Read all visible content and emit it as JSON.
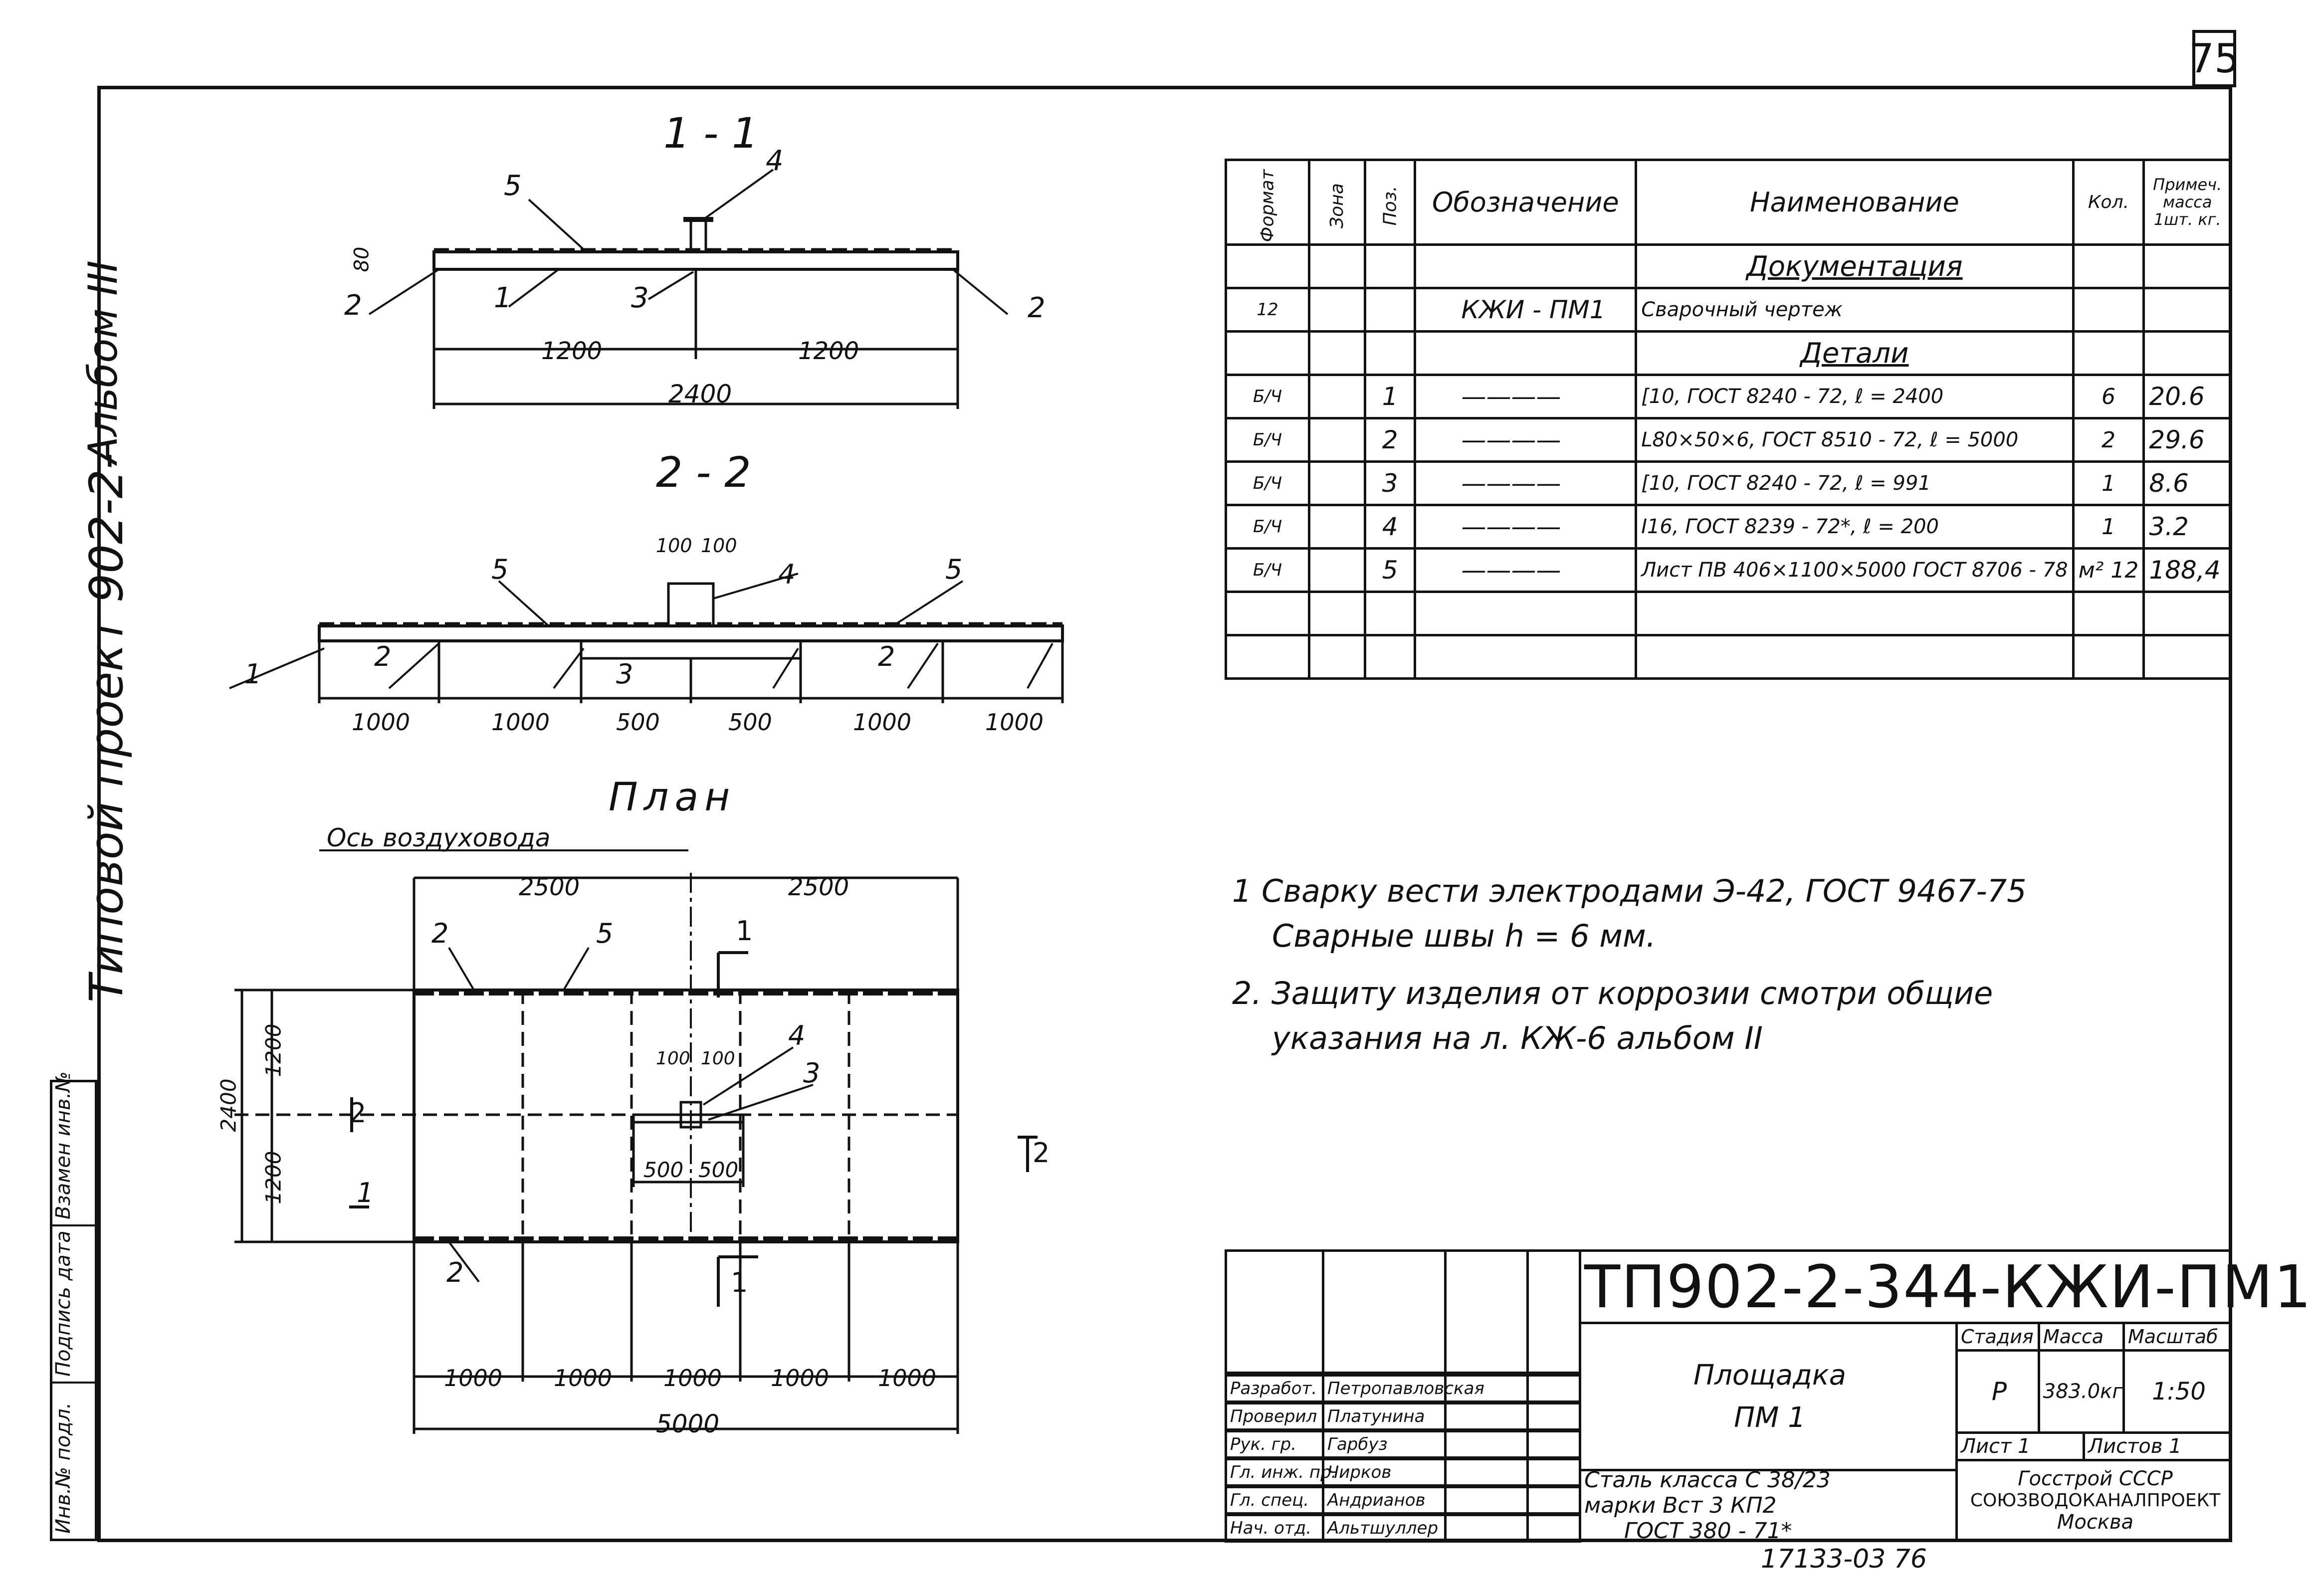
{
  "page_number": "75",
  "side_title": "Типовой проект 902-2-",
  "side_album": "Альбом III",
  "stamp_strip": [
    "Инв.№ подл.",
    "Подпись дата",
    "Взамен инв.№"
  ],
  "sections": {
    "s1": {
      "title": "1 - 1",
      "dims": [
        "80",
        "1200",
        "1200",
        "2400"
      ],
      "callouts": [
        "5",
        "4",
        "2",
        "1",
        "3",
        "2"
      ]
    },
    "s2": {
      "title": "2 - 2",
      "dims_top": [
        "100",
        "100"
      ],
      "dims": [
        "1000",
        "1000",
        "500",
        "500",
        "1000",
        "1000"
      ],
      "callouts": [
        "4",
        "5",
        "5",
        "1",
        "2",
        "3",
        "2"
      ]
    },
    "plan": {
      "title": "План",
      "axis_label": "Ось воздуховода",
      "dims_top": [
        "2500",
        "2500"
      ],
      "dims_inner": [
        "100",
        "100",
        "500",
        "500"
      ],
      "dims_left": [
        "2400",
        "1200",
        "1200"
      ],
      "dims_bottom": [
        "1000",
        "1000",
        "1000",
        "1000",
        "1000"
      ],
      "dim_total": "5000",
      "callouts": [
        "2",
        "5",
        "4",
        "3",
        "2"
      ],
      "section_marks": [
        "1",
        "1",
        "2",
        "1",
        "2"
      ]
    }
  },
  "spec": {
    "headers": [
      "Формат",
      "Зона",
      "Поз.",
      "Обозначение",
      "Наименование",
      "Кол.",
      "Примеч. масса 1шт. кг."
    ],
    "rows": [
      {
        "fmt": "",
        "zone": "",
        "pos": "",
        "designation": "",
        "name": "Документация",
        "qty": "",
        "note": "",
        "heading": true
      },
      {
        "fmt": "12",
        "zone": "",
        "pos": "",
        "designation": "КЖИ - ПМ1",
        "name": "Сварочный чертеж",
        "qty": "",
        "note": ""
      },
      {
        "fmt": "",
        "zone": "",
        "pos": "",
        "designation": "",
        "name": "Детали",
        "qty": "",
        "note": "",
        "heading": true
      },
      {
        "fmt": "Б/Ч",
        "zone": "",
        "pos": "1",
        "designation": "————",
        "name": "[10, ГОСТ 8240 - 72, ℓ = 2400",
        "qty": "6",
        "note": "20.6"
      },
      {
        "fmt": "Б/Ч",
        "zone": "",
        "pos": "2",
        "designation": "————",
        "name": "L80×50×6, ГОСТ 8510 - 72, ℓ = 5000",
        "qty": "2",
        "note": "29.6"
      },
      {
        "fmt": "Б/Ч",
        "zone": "",
        "pos": "3",
        "designation": "————",
        "name": "[10, ГОСТ 8240 - 72, ℓ = 991",
        "qty": "1",
        "note": "8.6"
      },
      {
        "fmt": "Б/Ч",
        "zone": "",
        "pos": "4",
        "designation": "————",
        "name": "I16, ГОСТ 8239 - 72*, ℓ = 200",
        "qty": "1",
        "note": "3.2"
      },
      {
        "fmt": "Б/Ч",
        "zone": "",
        "pos": "5",
        "designation": "————",
        "name": "Лист ПВ 406×1100×5000 ГОСТ 8706 - 78",
        "qty": "м² 12",
        "note": "188,4"
      },
      {
        "fmt": "",
        "zone": "",
        "pos": "",
        "designation": "",
        "name": "",
        "qty": "",
        "note": ""
      },
      {
        "fmt": "",
        "zone": "",
        "pos": "",
        "designation": "",
        "name": "",
        "qty": "",
        "note": ""
      }
    ]
  },
  "notes": [
    "1  Сварку вести   электродами  Э-42,  ГОСТ 9467-75",
    "Сварные  швы  h = 6 мм.",
    "2.  Защиту  изделия    от   коррозии  смотри    общие",
    "указания   на  л.  КЖ-6     альбом II"
  ],
  "title_block": {
    "code": "ТП902-2-344-КЖИ-ПМ1",
    "item_name_1": "Площадка",
    "item_name_2": "ПМ 1",
    "stage_label": "Стадия",
    "mass_label": "Масса",
    "scale_label": "Масштаб",
    "stage": "Р",
    "mass": "383.0кг",
    "scale": "1:50",
    "sheet": "Лист  1",
    "sheets": "Листов 1",
    "material_1": "Сталь класса С 38/23",
    "material_2": "марки Вст 3 КП2",
    "material_3": "ГОСТ 380 - 71*",
    "org_1": "Госстрой СССР",
    "org_2": "СОЮЗВОДОКАНАЛПРОЕКТ",
    "org_3": "Москва",
    "people": [
      {
        "role": "Разработ.",
        "name": "Петропавловская"
      },
      {
        "role": "Проверил",
        "name": "Платунина"
      },
      {
        "role": "Рук. гр.",
        "name": "Гарбуз"
      },
      {
        "role": "Гл. инж. пр.",
        "name": "Чирков"
      },
      {
        "role": "Гл. спец.",
        "name": "Андрианов"
      },
      {
        "role": "Нач. отд.",
        "name": "Альтшуллер"
      }
    ]
  },
  "footer_code": "17133-03  76"
}
